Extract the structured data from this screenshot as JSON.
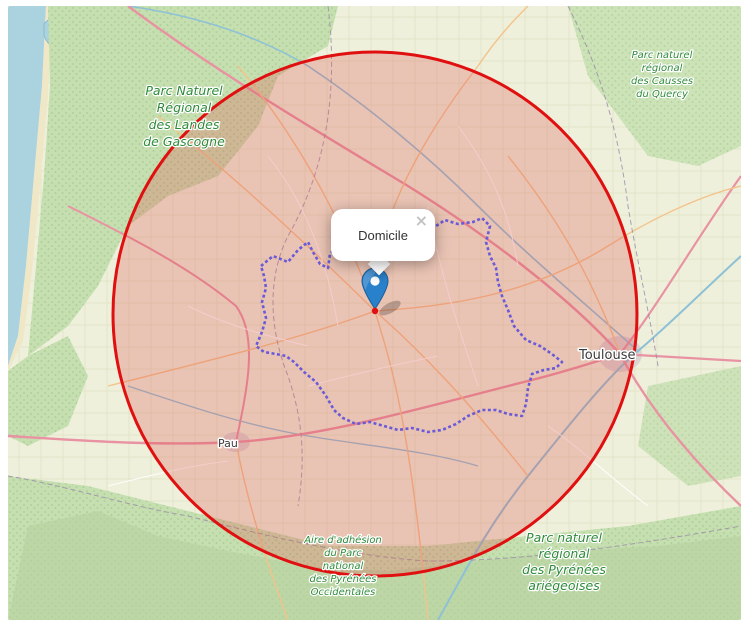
{
  "map": {
    "places": [
      {
        "id": "pnr-landes-1",
        "text": "Parc Naturel",
        "kind": "park"
      },
      {
        "id": "pnr-landes-2",
        "text": "Régional",
        "kind": "park"
      },
      {
        "id": "pnr-landes-3",
        "text": "des Landes",
        "kind": "park"
      },
      {
        "id": "pnr-landes-4",
        "text": "de Gascogne",
        "kind": "park"
      },
      {
        "id": "pnr-causses-1",
        "text": "Parc naturel",
        "kind": "park"
      },
      {
        "id": "pnr-causses-2",
        "text": "régional",
        "kind": "park"
      },
      {
        "id": "pnr-causses-3",
        "text": "des Causses",
        "kind": "park"
      },
      {
        "id": "pnr-causses-4",
        "text": "du Quercy",
        "kind": "park"
      },
      {
        "id": "pn-pyr-1",
        "text": "Aire d'adhésion",
        "kind": "park"
      },
      {
        "id": "pn-pyr-2",
        "text": "du Parc",
        "kind": "park"
      },
      {
        "id": "pn-pyr-3",
        "text": "national",
        "kind": "park"
      },
      {
        "id": "pn-pyr-4",
        "text": "des Pyrénées",
        "kind": "park"
      },
      {
        "id": "pn-pyr-5",
        "text": "Occidentales",
        "kind": "park"
      },
      {
        "id": "pnr-ariege-1",
        "text": "Parc naturel",
        "kind": "park"
      },
      {
        "id": "pnr-ariege-2",
        "text": "régional",
        "kind": "park"
      },
      {
        "id": "pnr-ariege-3",
        "text": "des Pyrénées",
        "kind": "park"
      },
      {
        "id": "pnr-ariege-4",
        "text": "ariégeoises",
        "kind": "park"
      },
      {
        "id": "city-pau",
        "text": "Pau",
        "kind": "city"
      },
      {
        "id": "city-toulouse",
        "text": "Toulouse",
        "kind": "city"
      }
    ],
    "circle_color": "#e01010",
    "circle_fill": "#e05050",
    "boundary_color": "#6a5ad8",
    "marker_color": "#2a81cb"
  },
  "popup": {
    "text": "Domicile",
    "close_symbol": "×"
  }
}
